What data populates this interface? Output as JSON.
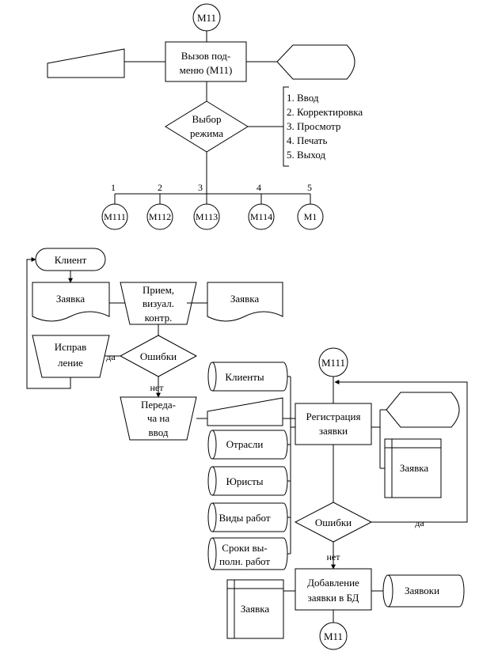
{
  "top": {
    "m11_top": "М11",
    "call_submenu": [
      "Вызов  под-",
      "меню (М11)"
    ],
    "mode_select": [
      "Выбор",
      "режима"
    ],
    "menu_items": [
      "1. Ввод",
      "2. Корректировка",
      "3. Просмотр",
      "4. Печать",
      "5. Выход"
    ],
    "branch_numbers": [
      "1",
      "2",
      "3",
      "4",
      "5"
    ],
    "modules": [
      "М111",
      "М112",
      "М113",
      "М114",
      "М1"
    ]
  },
  "intake": {
    "client": "Клиент",
    "request_doc": "Заявка",
    "accept": [
      "Прием,",
      "визуал.",
      "контр."
    ],
    "request_out": "Заявка",
    "fix": [
      "Исправ",
      "ление"
    ],
    "errors": "Ошибки",
    "yes": "да",
    "no": "нет",
    "transfer": [
      "Переда-",
      "ча на",
      "ввод"
    ]
  },
  "register": {
    "m111": "М111",
    "reference_db": [
      "Клиенты",
      "Отрасли",
      "Юристы",
      "Виды работ"
    ],
    "deadlines": [
      "Сроки вы-",
      "полн. работ"
    ],
    "registration": [
      "Регистрация",
      "заявки"
    ],
    "request_screen": "Заявка",
    "errors": "Ошибки",
    "yes": "да",
    "no": "нет",
    "add_to_db": [
      "Добавление",
      "заявки в БД"
    ],
    "request_form": "Заявка",
    "requests_db": "Заявоки",
    "m11_bottom": "М11"
  }
}
